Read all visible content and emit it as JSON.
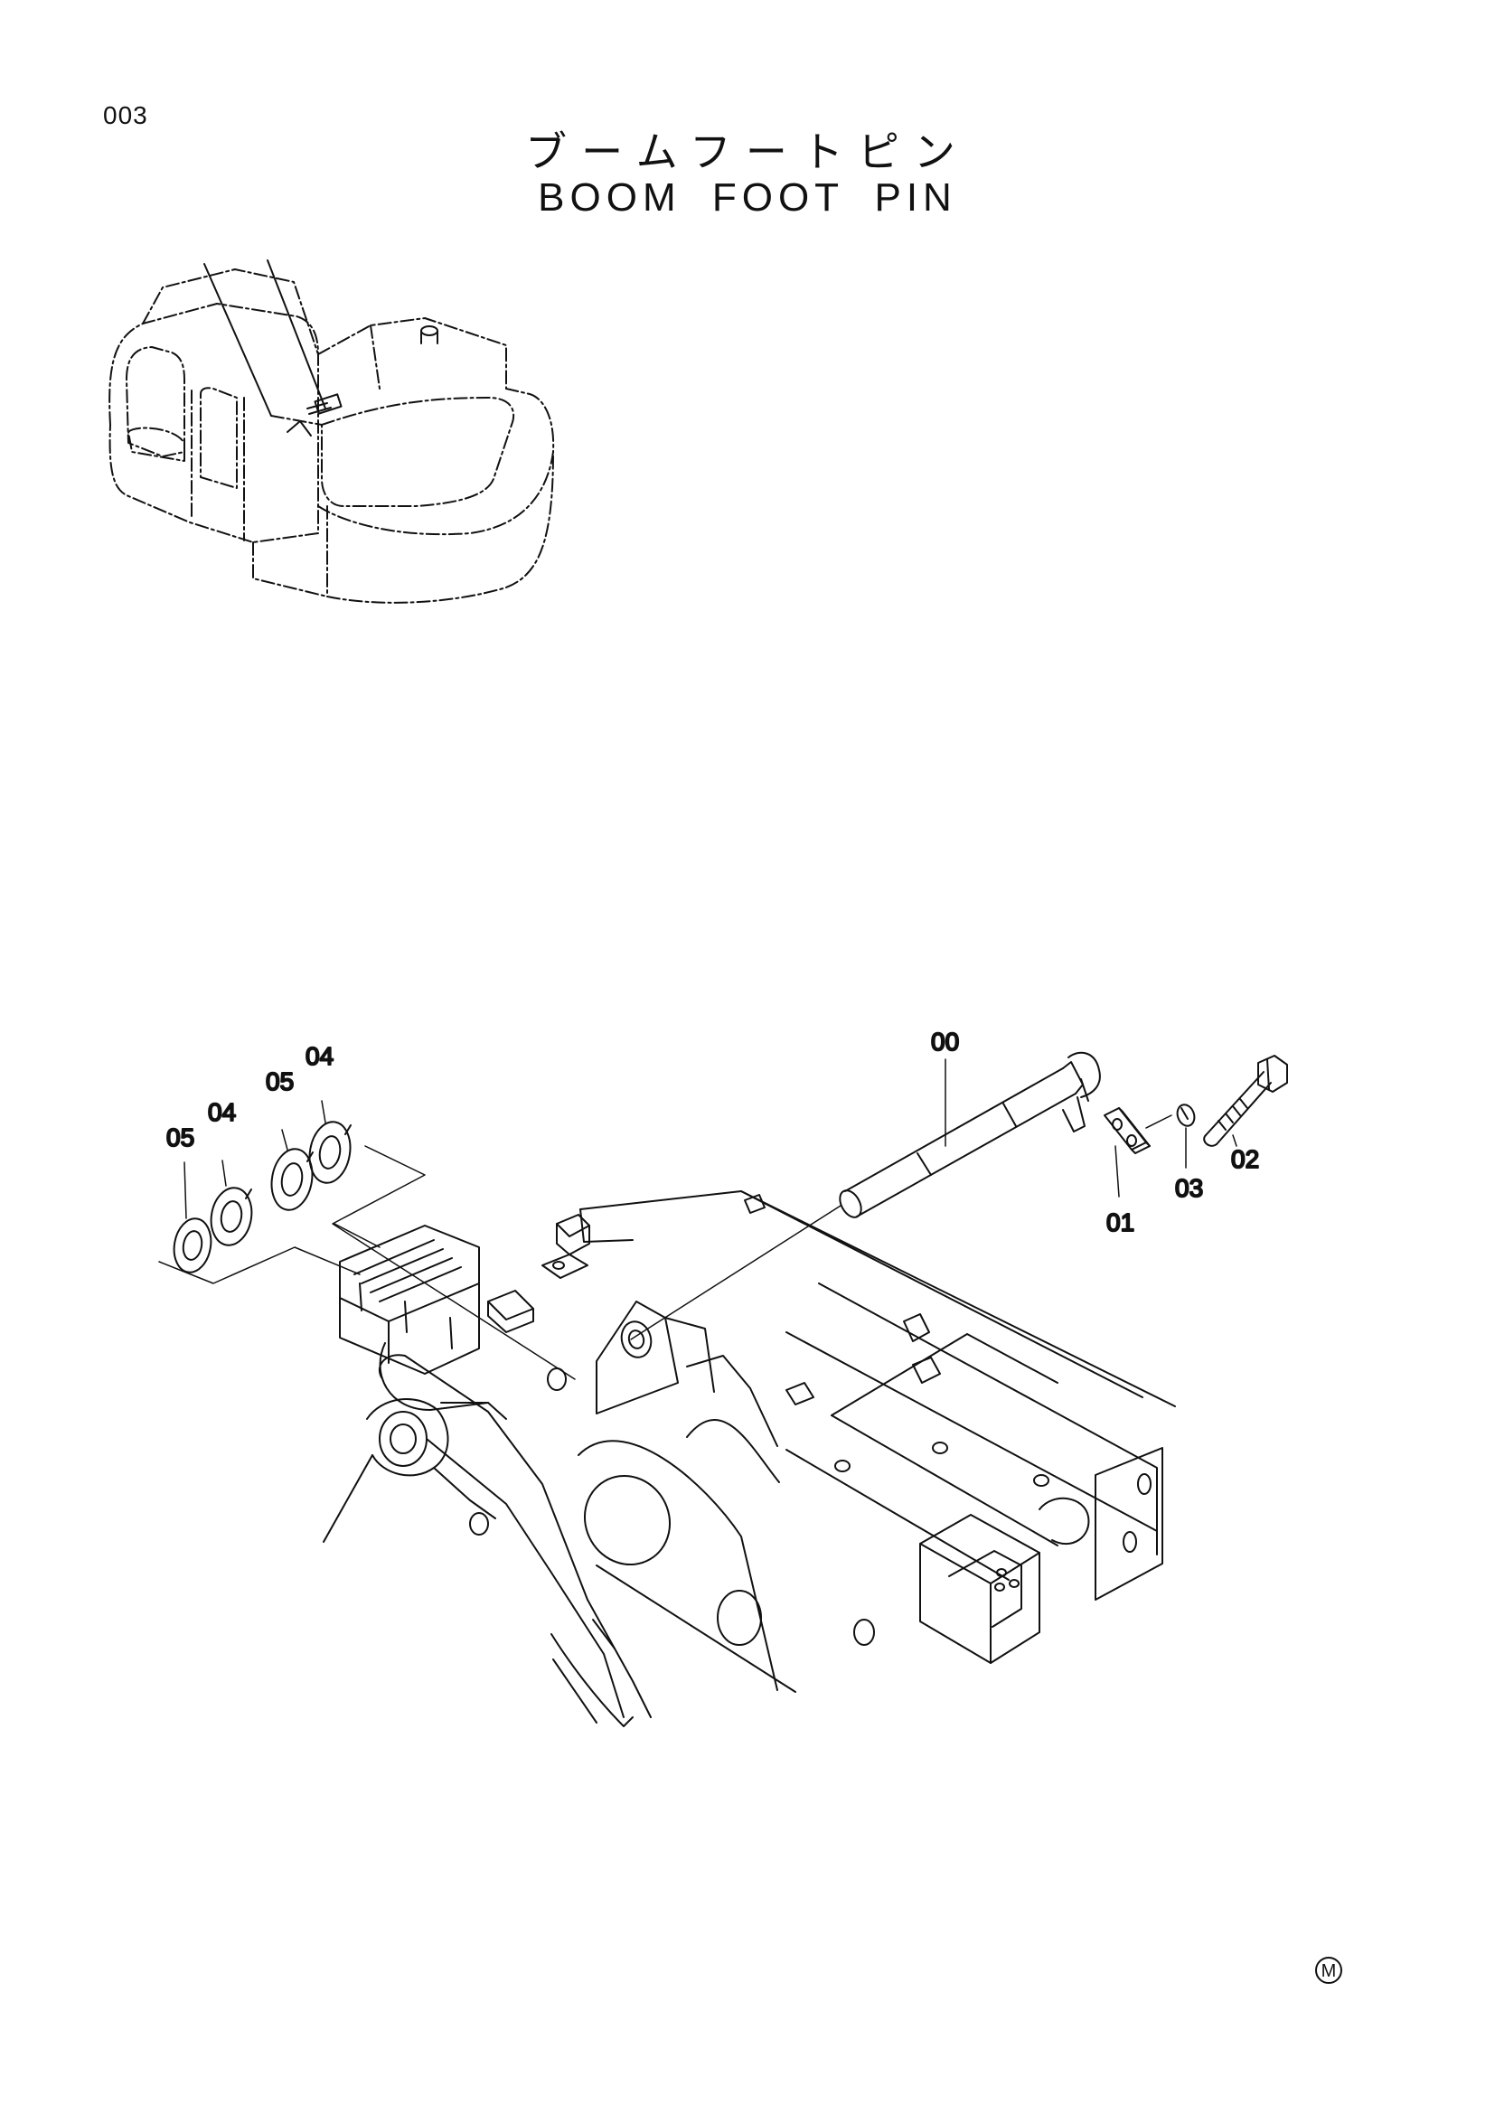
{
  "page": {
    "number": "003",
    "title_jp": "ブームフートピン",
    "title_en": "BOOM FOOT PIN",
    "corner_mark": "M"
  },
  "callouts": {
    "pin": "00",
    "plate": "01",
    "bolt": "02",
    "washer": "03",
    "shim_a_upper": "04",
    "shim_b_upper": "05",
    "shim_a_lower": "04",
    "shim_b_lower": "05"
  }
}
